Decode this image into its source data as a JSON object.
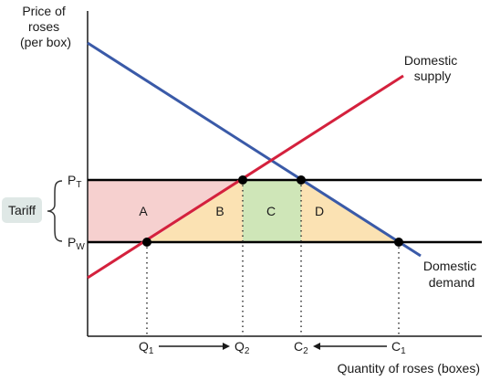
{
  "axes": {
    "y_label_lines": [
      "Price of",
      "roses",
      "(per box)"
    ],
    "x_label": "Quantity of roses (boxes)"
  },
  "curves": {
    "supply_label_lines": [
      "Domestic",
      "supply"
    ],
    "demand_label_lines": [
      "Domestic",
      "demand"
    ]
  },
  "price_labels": {
    "pt_main": "P",
    "pt_sub": "T",
    "pw_main": "P",
    "pw_sub": "W"
  },
  "tariff_label": "Tariff",
  "regions": {
    "a": "A",
    "b": "B",
    "c": "C",
    "d": "D"
  },
  "quantity_labels": {
    "q1_main": "Q",
    "q1_sub": "1",
    "q2_main": "Q",
    "q2_sub": "2",
    "c2_main": "C",
    "c2_sub": "2",
    "c1_main": "C",
    "c1_sub": "1"
  },
  "colors": {
    "supply": "#d4213d",
    "demand": "#3a5aa8",
    "region_a": "#f6d0cf",
    "region_bd": "#fbe2b3",
    "region_c": "#cfe6b8",
    "tariff_box": "#dfe8e6"
  }
}
